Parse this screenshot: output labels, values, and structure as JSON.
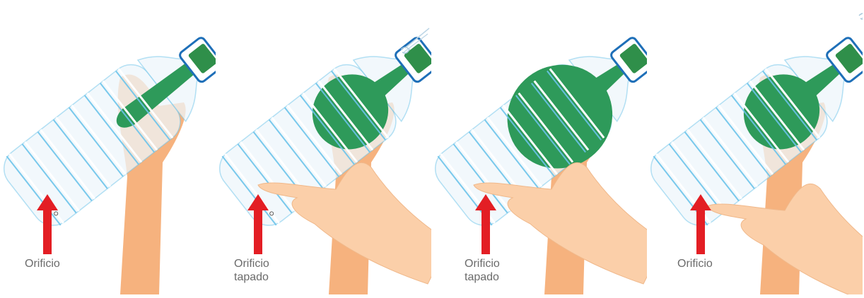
{
  "panels": [
    {
      "id": "step-1",
      "caption": [
        "Orificio"
      ],
      "balloon": "deflated",
      "finger_on_hole": false,
      "air_flow": false
    },
    {
      "id": "step-2",
      "caption": [
        "Orificio",
        "tapado"
      ],
      "balloon": "medium",
      "finger_on_hole": true,
      "air_flow": true
    },
    {
      "id": "step-3",
      "caption": [
        "Orificio",
        "tapado"
      ],
      "balloon": "large",
      "finger_on_hole": true,
      "air_flow": false
    },
    {
      "id": "step-4",
      "caption": [
        "Orificio"
      ],
      "balloon": "medium",
      "finger_on_hole": false,
      "air_flow": true
    }
  ],
  "colors": {
    "arrow": "#e31e24",
    "balloon": "#2e9a5a",
    "cap": "#2f8f4a",
    "cap_outline": "#1e6fb8",
    "bottle_outline": "#6cc3ea",
    "skin": "#f6b27e",
    "caption_text": "#6b6b6b"
  },
  "icons": {
    "arrow": "red-up-arrow-icon",
    "air": "air-swirl-icon",
    "hand": "hand-icon",
    "bottle": "water-bottle-icon",
    "balloon": "balloon-icon"
  }
}
